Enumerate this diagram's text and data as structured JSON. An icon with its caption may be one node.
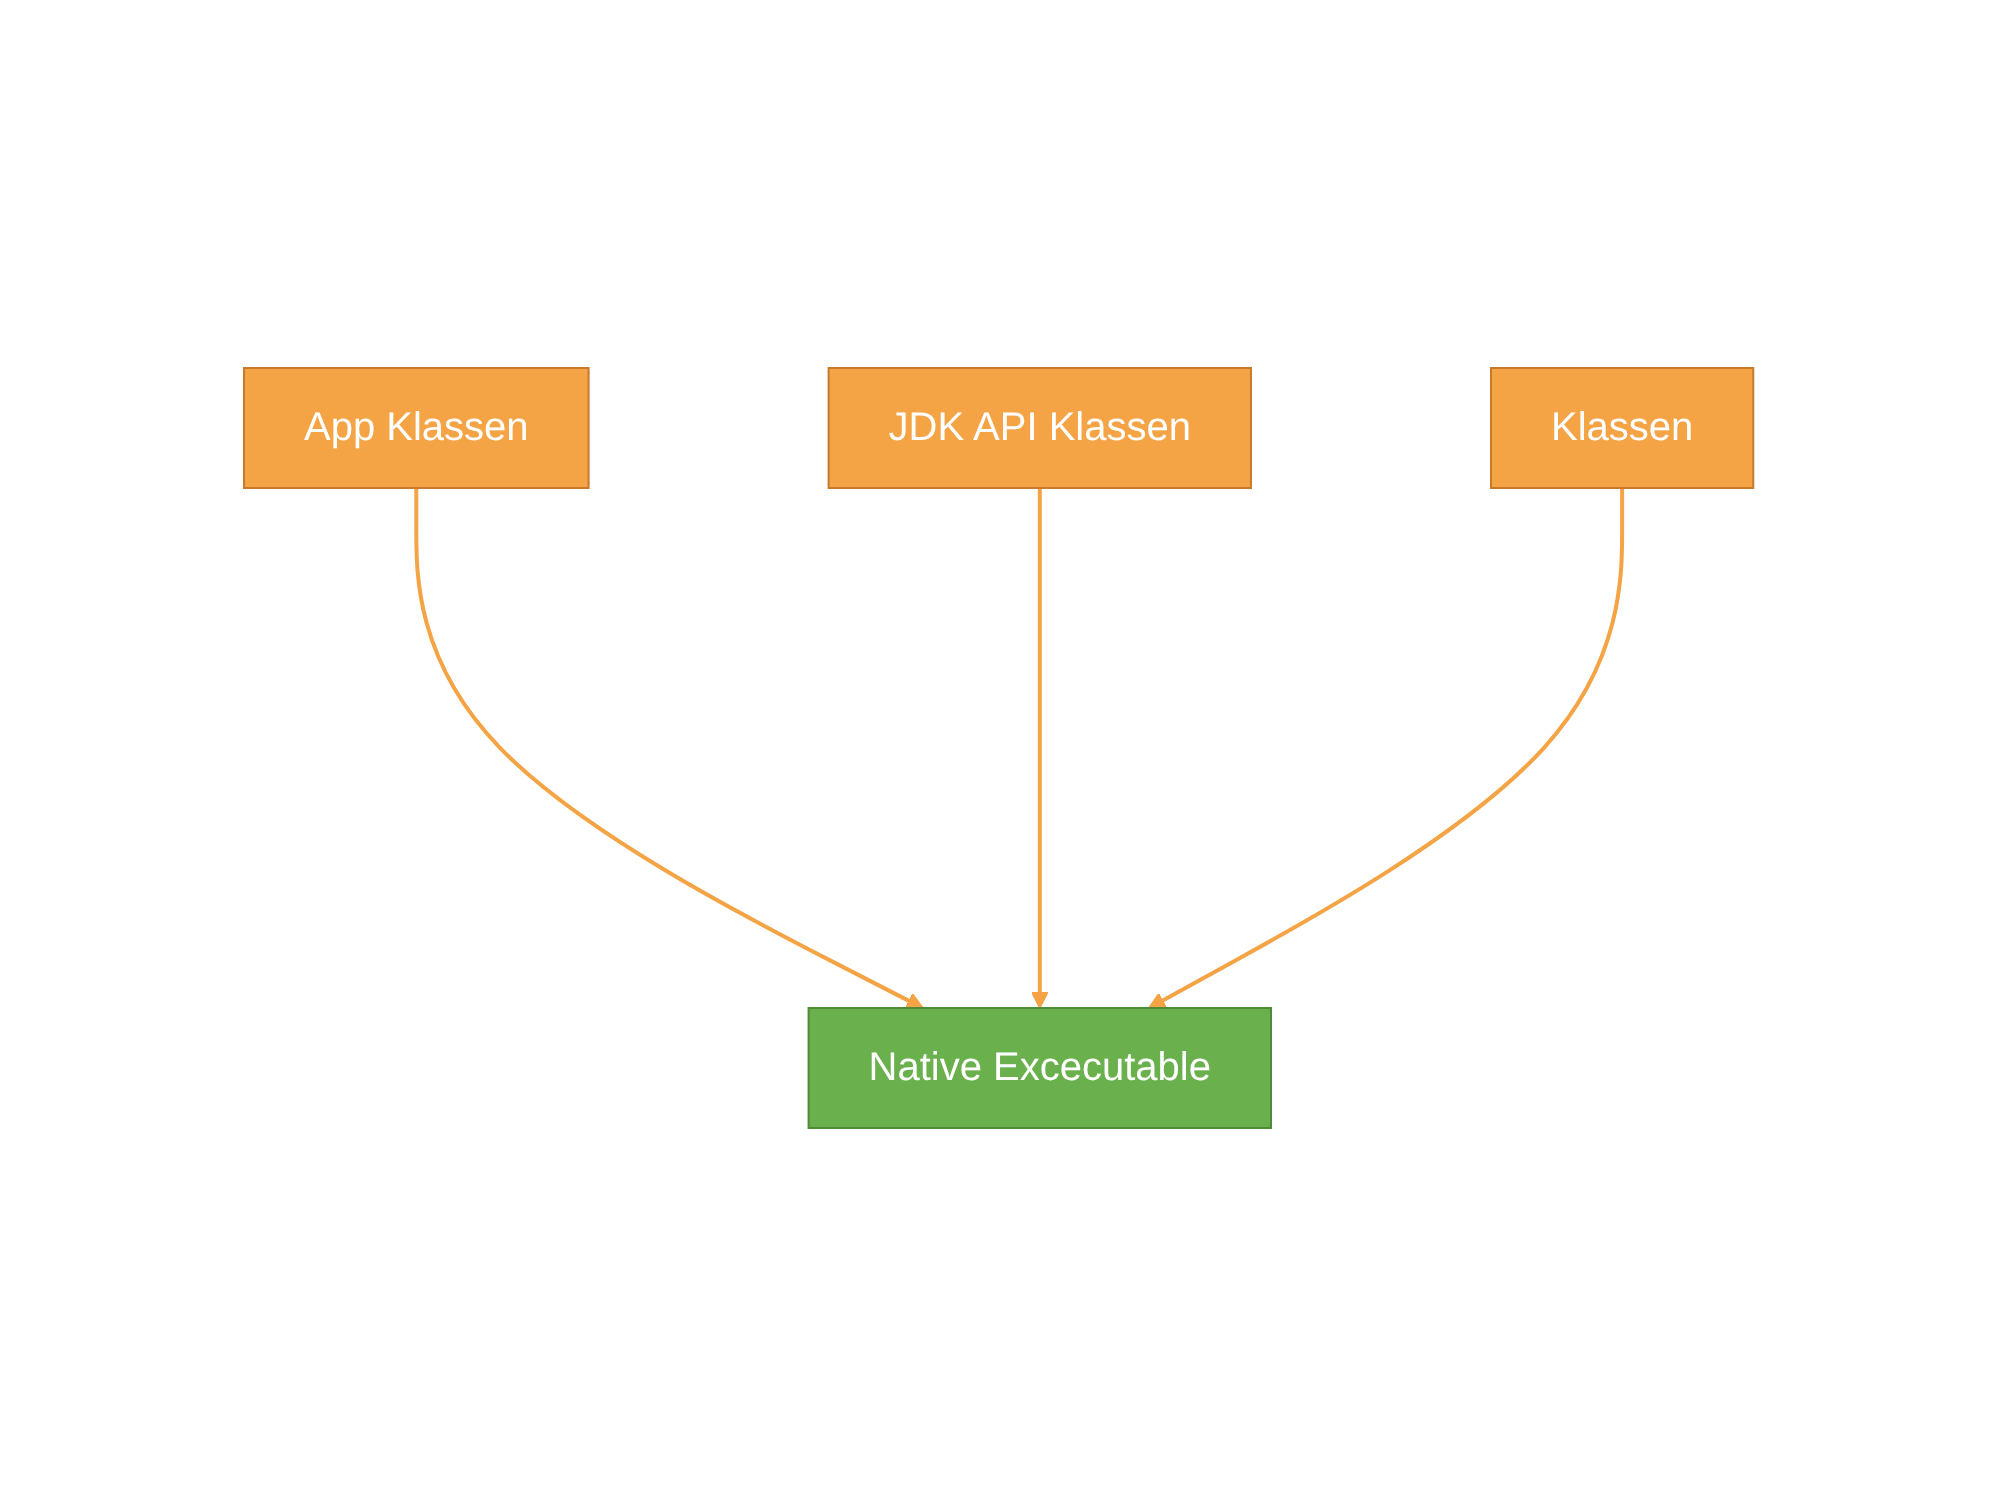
{
  "diagram": {
    "nodes": [
      {
        "text": [
          "App Klassen"
        ]
      },
      {
        "text": [
          "JDK API Klassen"
        ]
      },
      {
        "text": [
          "Klassen"
        ]
      },
      {
        "text": [
          "Native Excecutable"
        ]
      }
    ],
    "edges": [
      {
        "from": 0,
        "to": 3,
        "arrow": "to"
      },
      {
        "from": 1,
        "to": 3,
        "arrow": "to"
      },
      {
        "from": 2,
        "to": 3,
        "arrow": "to"
      }
    ]
  }
}
